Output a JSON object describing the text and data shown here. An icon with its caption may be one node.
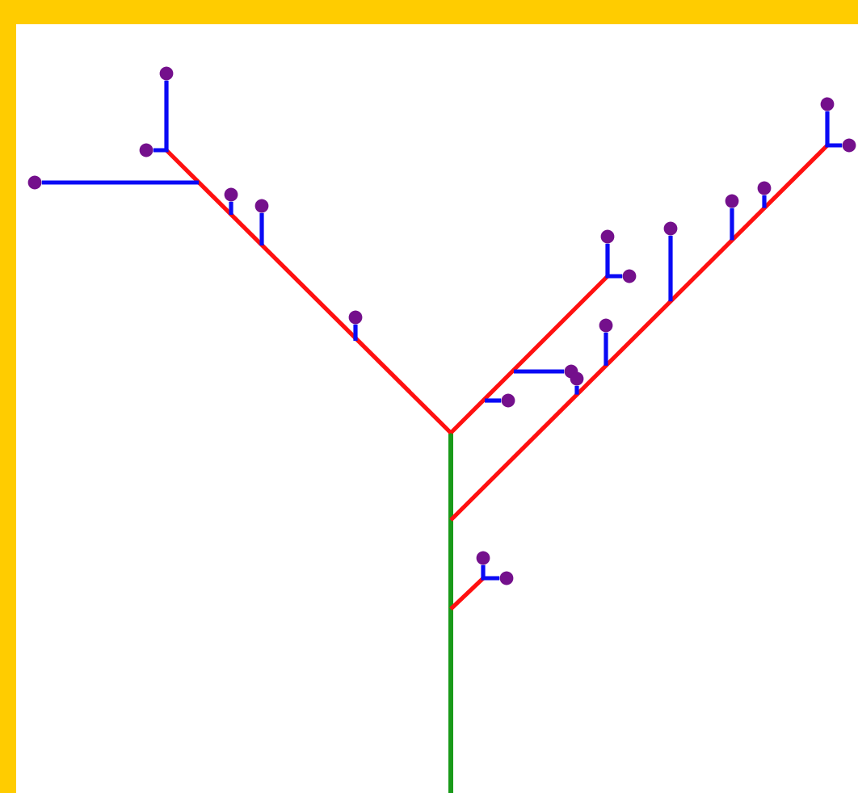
{
  "diagram": {
    "nodes": [
      {
        "text": [],
        "shape": "circle"
      },
      {
        "text": [],
        "shape": "circle"
      },
      {
        "text": [],
        "shape": "circle"
      },
      {
        "text": [],
        "shape": "circle"
      },
      {
        "text": [],
        "shape": "circle"
      },
      {
        "text": [],
        "shape": "circle"
      },
      {
        "text": [],
        "shape": "circle"
      },
      {
        "text": [],
        "shape": "circle"
      },
      {
        "text": [],
        "shape": "circle"
      },
      {
        "text": [],
        "shape": "circle"
      },
      {
        "text": [],
        "shape": "circle"
      },
      {
        "text": [],
        "shape": "circle"
      },
      {
        "text": [],
        "shape": "circle"
      },
      {
        "text": [],
        "shape": "circle"
      },
      {
        "text": [],
        "shape": "circle"
      },
      {
        "text": [],
        "shape": "circle"
      },
      {
        "text": [],
        "shape": "circle"
      },
      {
        "text": [],
        "shape": "circle"
      },
      {
        "text": [],
        "shape": "circle"
      }
    ],
    "edges": [
      {
        "from": null,
        "to": 0,
        "arrow": "none"
      },
      {
        "from": 1,
        "to": 2,
        "arrow": "none"
      },
      {
        "from": null,
        "to": 3,
        "arrow": "none"
      },
      {
        "from": null,
        "to": 4,
        "arrow": "none"
      },
      {
        "from": null,
        "to": 5,
        "arrow": "none"
      },
      {
        "from": 6,
        "to": 8,
        "arrow": "none"
      },
      {
        "from": null,
        "to": 7,
        "arrow": "none"
      },
      {
        "from": null,
        "to": 9,
        "arrow": "none"
      },
      {
        "from": null,
        "to": 10,
        "arrow": "none"
      },
      {
        "from": 11,
        "to": 13,
        "arrow": "none"
      },
      {
        "from": null,
        "to": 12,
        "arrow": "none"
      },
      {
        "from": null,
        "to": 14,
        "arrow": "none"
      },
      {
        "from": null,
        "to": 15,
        "arrow": "none"
      },
      {
        "from": null,
        "to": 16,
        "arrow": "none"
      },
      {
        "from": 17,
        "to": 18,
        "arrow": "none"
      }
    ]
  }
}
